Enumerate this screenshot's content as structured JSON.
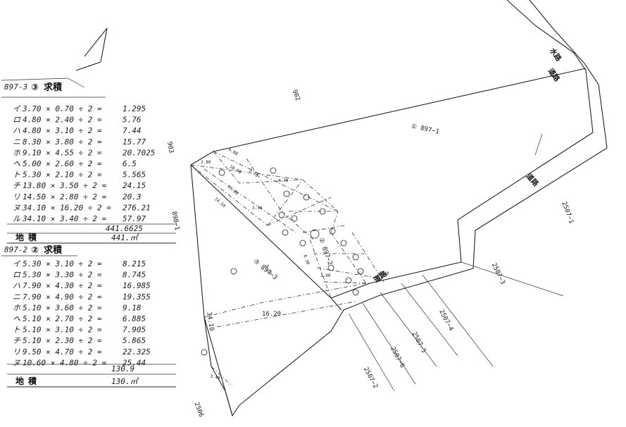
{
  "table_a": {
    "title_lot": "897-3",
    "title_marker": "③",
    "title_text": "求積",
    "rows": [
      {
        "k": "イ",
        "f": "3.70 × 0.70 ÷ 2 =",
        "r": "1.295"
      },
      {
        "k": "ロ",
        "f": "4.80 × 2.40 ÷ 2 =",
        "r": "5.76"
      },
      {
        "k": "ハ",
        "f": "4.80 × 3.10 ÷ 2 =",
        "r": "7.44"
      },
      {
        "k": "ニ",
        "f": "8.30 × 3.80 ÷ 2 =",
        "r": "15.77"
      },
      {
        "k": "ホ",
        "f": "9.10 × 4.55 ÷ 2 =",
        "r": "20.7025"
      },
      {
        "k": "ヘ",
        "f": "5.00 × 2.60 ÷ 2 =",
        "r": "6.5"
      },
      {
        "k": "ト",
        "f": "5.30 × 2.10 ÷ 2 =",
        "r": "5.565"
      },
      {
        "k": "チ",
        "f": "13.80 × 3.50 ÷ 2 =",
        "r": "24.15"
      },
      {
        "k": "リ",
        "f": "14.50 × 2.80 ÷ 2 =",
        "r": "20.3"
      },
      {
        "k": "ヌ",
        "f": "34.10 × 16.20 ÷ 2 =",
        "r": "276.21"
      },
      {
        "k": "ル",
        "f": "34.10 × 3.40 ÷ 2 =",
        "r": "57.97"
      }
    ],
    "total": "441.6625",
    "area_label": "地積",
    "area_value": "441.㎡"
  },
  "table_b": {
    "title_lot": "897-2",
    "title_marker": "②",
    "title_text": "求積",
    "rows": [
      {
        "k": "イ",
        "f": "5.30 × 3.10 ÷ 2 =",
        "r": "8.215"
      },
      {
        "k": "ロ",
        "f": "5.30 × 3.30 ÷ 2 =",
        "r": "8.745"
      },
      {
        "k": "ハ",
        "f": "7.90 × 4.30 ÷ 2 =",
        "r": "16.985"
      },
      {
        "k": "ニ",
        "f": "7.90 × 4.90 ÷ 2 =",
        "r": "19.355"
      },
      {
        "k": "ホ",
        "f": "5.10 × 3.60 ÷ 2 =",
        "r": "9.18"
      },
      {
        "k": "ヘ",
        "f": "5.10 × 2.70 ÷ 2 =",
        "r": "6.885"
      },
      {
        "k": "ト",
        "f": "5.10 × 3.10 ÷ 2 =",
        "r": "7.905"
      },
      {
        "k": "チ",
        "f": "5.10 × 2.30 ÷ 2 =",
        "r": "5.865"
      },
      {
        "k": "リ",
        "f": "9.50 × 4.70 ÷ 2 =",
        "r": "22.325"
      },
      {
        "k": "ヌ",
        "f": "10.60 × 4.80 ÷ 2 =",
        "r": "25.44"
      }
    ],
    "total": "130.9",
    "area_label": "地積",
    "area_value": "130.㎡"
  },
  "plan": {
    "lots": {
      "l902": "902",
      "l903": "903",
      "l898_1": "898−1",
      "l897_1": "① 897−1",
      "l897_2": "② 897−2",
      "l897_3": "③ 897−3",
      "l2507_1": "2507−1",
      "l2507_2": "2507−2",
      "l2507_3": "2507−3",
      "l2507_4": "2507−4",
      "l2507_5": "2507−5",
      "l2507_6": "2507−6",
      "l2506": "2506"
    },
    "roads": {
      "r1": "道路",
      "r1_prefix": "水路",
      "r2": "道路",
      "r3": "道路"
    },
    "dims": {
      "d1": "16.20",
      "d2": "34.10",
      "d3": "14.50",
      "d4": "13.80",
      "d5": "10.60",
      "d6": "4.80",
      "d7": "2.80",
      "d8": "3.70",
      "d9": "9.10",
      "d10": "8.30",
      "d11": "3.90",
      "d12": "3.40",
      "d13": "4.70",
      "d14": "3.10",
      "d15": "2.50",
      "d16": "3.50",
      "d17": "4.55"
    }
  }
}
